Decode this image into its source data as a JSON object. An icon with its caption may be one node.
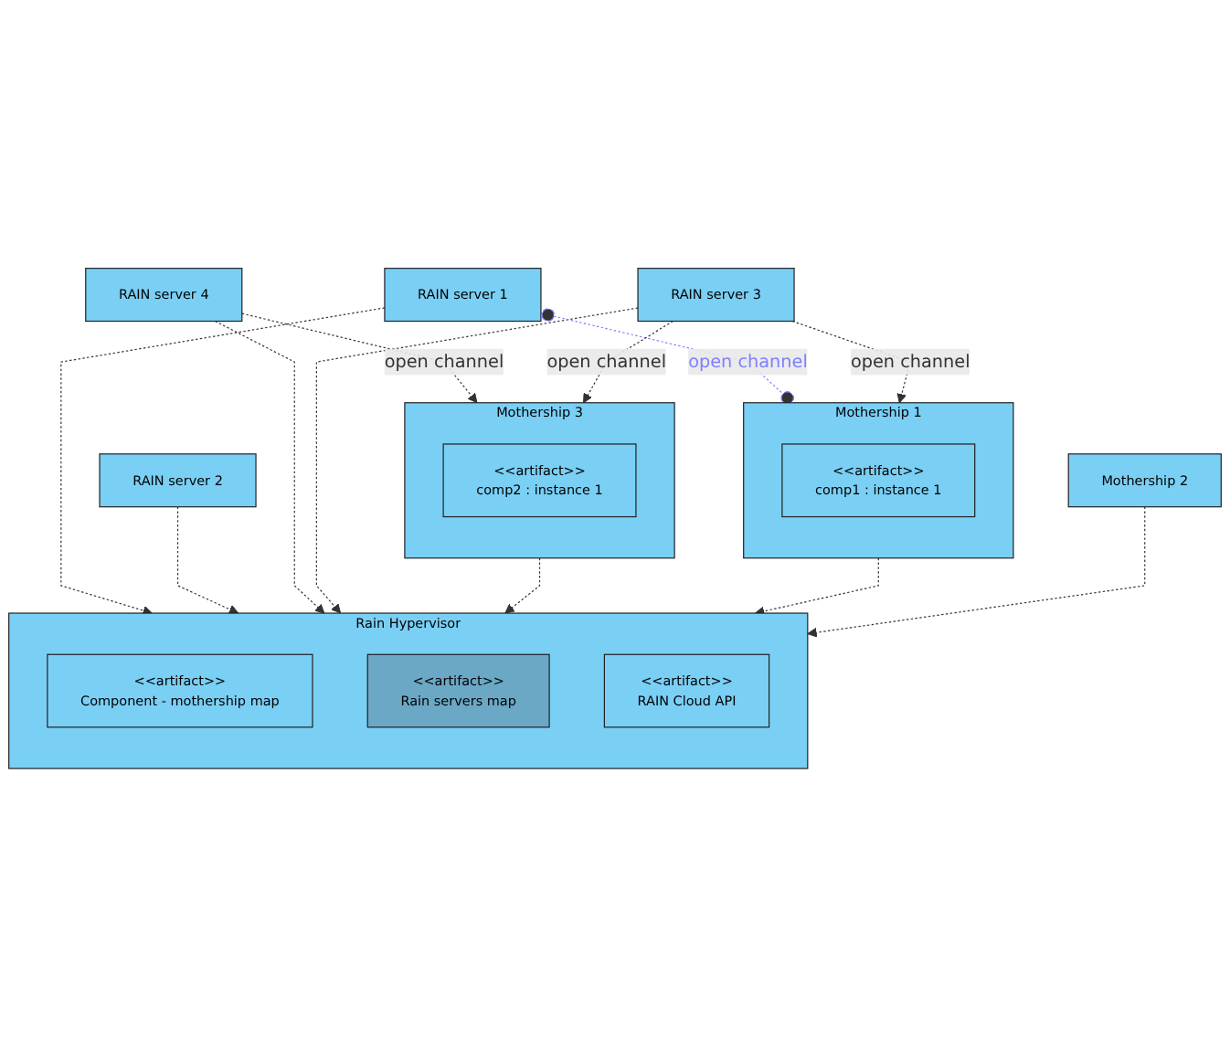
{
  "diagram": {
    "nodes": [
      {
        "text": [
          "Rain Hypervisor"
        ]
      },
      {
        "text": [
          "<<artifact>>",
          "Component - mothership map"
        ],
        "in": 0
      },
      {
        "text": [
          "<<artifact>>",
          "Rain servers map"
        ],
        "in": 0
      },
      {
        "text": [
          "<<artifact>>",
          "RAIN Cloud API"
        ],
        "in": 0
      },
      {
        "text": [
          "RAIN server 1"
        ]
      },
      {
        "text": [
          "RAIN server 2"
        ]
      },
      {
        "text": [
          "RAIN server 4"
        ]
      },
      {
        "text": [
          "RAIN server 3"
        ]
      },
      {
        "text": [
          "Mothership 1"
        ]
      },
      {
        "text": [
          "<<artifact>>",
          "comp1 : instance 1"
        ],
        "in": 8
      },
      {
        "text": [
          "Mothership 2"
        ]
      },
      {
        "text": [
          "Mothership 3"
        ]
      },
      {
        "text": [
          "<<artifact>>",
          "comp2 : instance 1"
        ],
        "in": 11
      }
    ],
    "edges": [
      {
        "from": 4,
        "to": 0,
        "arrow": "to",
        "style": "dashed"
      },
      {
        "from": 5,
        "to": 0,
        "arrow": "to",
        "style": "dashed"
      },
      {
        "from": 6,
        "to": 0,
        "arrow": "to",
        "style": "dashed"
      },
      {
        "from": 7,
        "to": 0,
        "arrow": "to",
        "style": "dashed"
      },
      {
        "from": 11,
        "to": 0,
        "arrow": "to",
        "style": "dashed"
      },
      {
        "from": 8,
        "to": 0,
        "arrow": "to",
        "style": "dashed"
      },
      {
        "from": 10,
        "to": 0,
        "arrow": "to",
        "style": "dashed"
      },
      {
        "from": 4,
        "to": 8,
        "arrow": "other",
        "style": "dashed",
        "color": "#8080ff",
        "label": "open channel"
      },
      {
        "from": 6,
        "to": 11,
        "arrow": "to",
        "style": "dashed",
        "label": "open channel"
      },
      {
        "from": 7,
        "to": 8,
        "arrow": "to",
        "style": "dashed",
        "label": "open channel"
      },
      {
        "from": 7,
        "to": 11,
        "arrow": "to",
        "style": "dashed",
        "label": "open channel"
      }
    ]
  }
}
